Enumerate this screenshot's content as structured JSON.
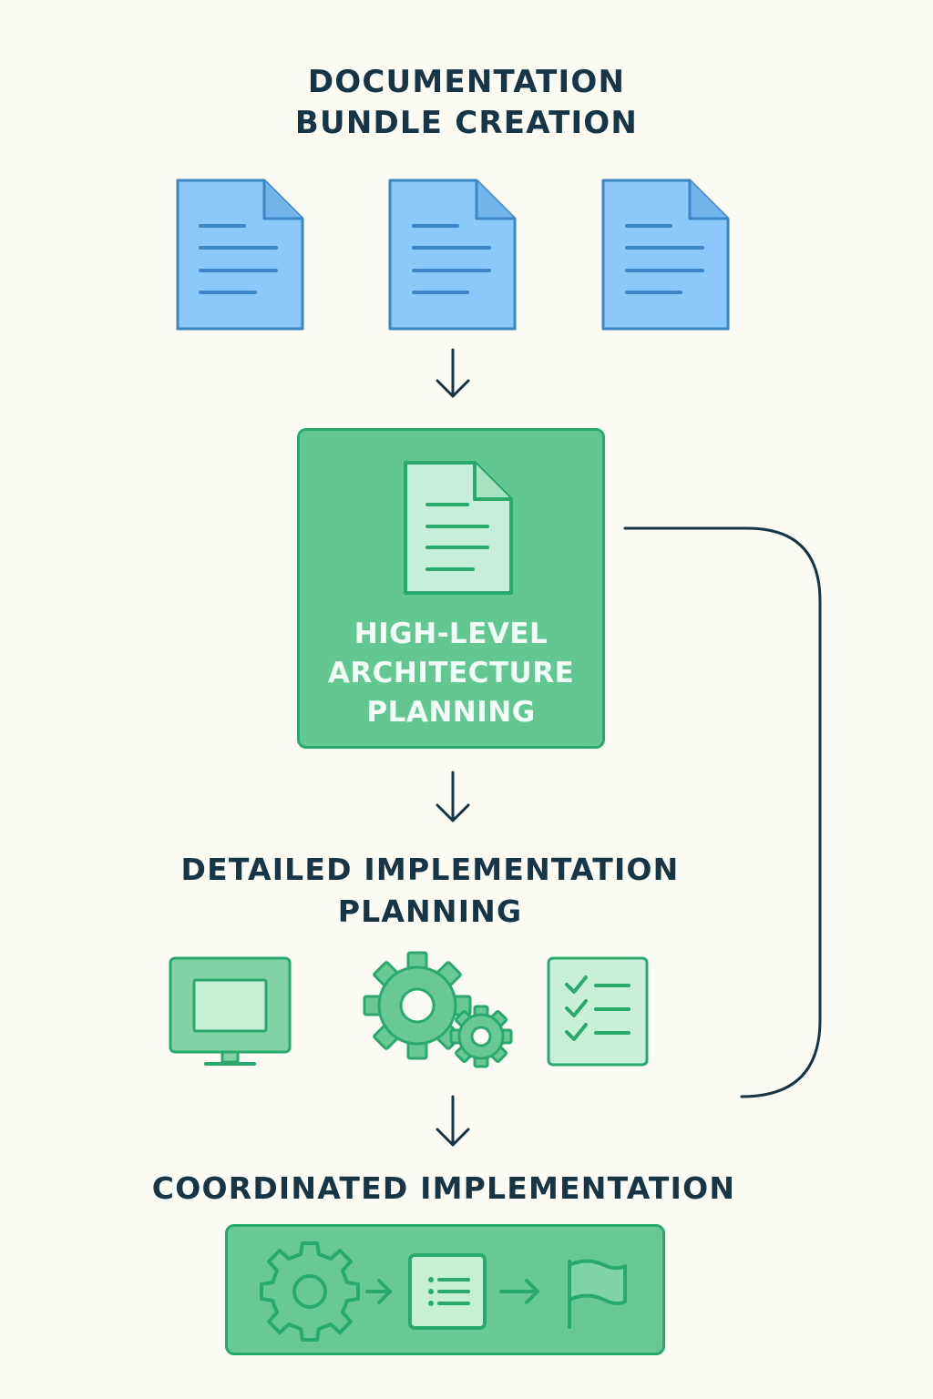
{
  "documentation_bundle": {
    "title_line1": "DOCUMENTATION",
    "title_line2": "BUNDLE CREATION",
    "documents": [
      "document-icon",
      "document-icon",
      "document-icon"
    ]
  },
  "high_level_architecture": {
    "label_line1": "HIGH-LEVEL",
    "label_line2": "ARCHITECTURE",
    "label_line3": "PLANNING",
    "icon": "document-icon"
  },
  "detailed_implementation": {
    "title_line1": "DETAILED IMPLEMENTATION",
    "title_line2": "PLANNING",
    "icons": [
      "monitor-icon",
      "gears-icon",
      "checklist-icon"
    ]
  },
  "coordinated_implementation": {
    "title": "COORDINATED IMPLEMENTATION",
    "icons": [
      "gear-icon",
      "arrow-right-icon",
      "list-icon",
      "arrow-right-icon",
      "flag-icon"
    ]
  },
  "colors": {
    "background": "#fbfaf3",
    "heading": "#173544",
    "document_fill": "#8cc8f8",
    "document_stroke": "#3d86c6",
    "green_fill": "#62c890",
    "green_stroke": "#2aa96d",
    "arrow": "#173544"
  }
}
